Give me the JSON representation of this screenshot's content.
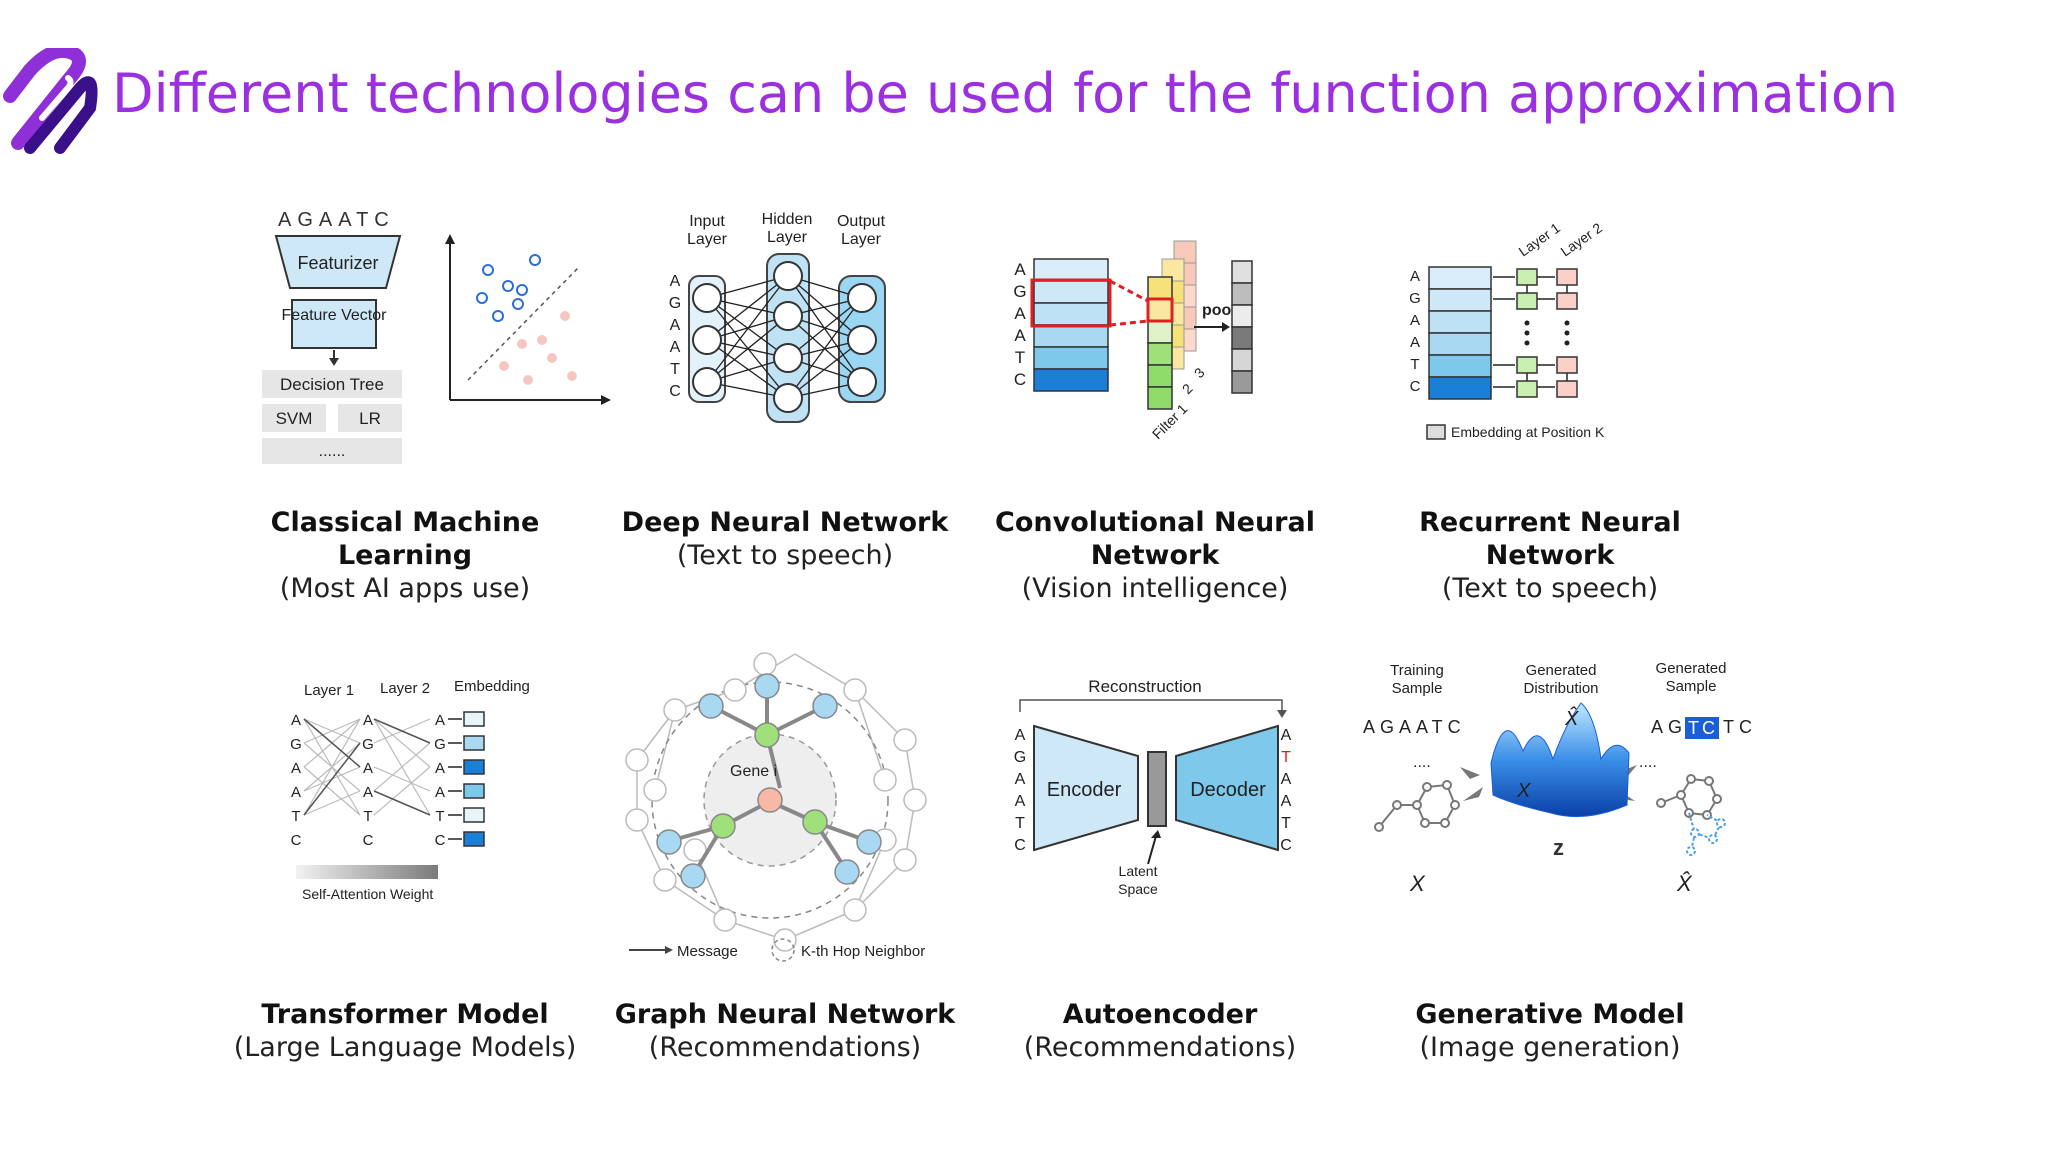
{
  "slide": {
    "title": "Different technologies can be used for the function approximation"
  },
  "colors": {
    "title": "#9b30e0",
    "light_blue": "#cfe8f7",
    "mid_blue": "#7ec8ec",
    "dark_blue": "#1a7fd6",
    "green": "#8fdc6a",
    "peach": "#f7b8a8",
    "yellow": "#f7e27a",
    "grey": "#dcdcdc"
  },
  "icons": [
    "logo-icon"
  ],
  "panels": [
    {
      "name": "Classical Machine Learning",
      "use": "(Most AI apps use)",
      "diagram": {
        "sequence": "AGAATC",
        "featurizer": "Featurizer",
        "feature_vector": "Feature Vector",
        "decision_tree": "Decision Tree",
        "svm": "SVM",
        "lr": "LR",
        "more": "......"
      }
    },
    {
      "name": "Deep Neural Network",
      "use": "(Text to speech)",
      "diagram": {
        "input_layer": "Input Layer",
        "hidden_layer": "Hidden Layer",
        "output_layer": "Output Layer",
        "letters": [
          "A",
          "G",
          "A",
          "A",
          "T",
          "C"
        ]
      }
    },
    {
      "name": "Convolutional Neural Network",
      "use": "(Vision intelligence)",
      "diagram": {
        "letters": [
          "A",
          "G",
          "A",
          "A",
          "T",
          "C"
        ],
        "pool": "pool",
        "filter_1": "Filter 1",
        "filter_2": "2",
        "filter_3": "3"
      }
    },
    {
      "name": "Recurrent Neural Network",
      "use": "(Text to speech)",
      "diagram": {
        "letters": [
          "A",
          "G",
          "A",
          "A",
          "T",
          "C"
        ],
        "layer_1": "Layer 1",
        "layer_2": "Layer 2",
        "legend": "Embedding at Position K"
      }
    },
    {
      "name": "Transformer Model",
      "use": "(Large Language Models)",
      "diagram": {
        "layer_1": "Layer 1",
        "layer_2": "Layer 2",
        "embedding": "Embedding",
        "letters": [
          "A",
          "G",
          "A",
          "A",
          "T",
          "C"
        ],
        "legend": "Self-Attention Weight"
      }
    },
    {
      "name": "Graph Neural Network",
      "use": "(Recommendations)",
      "diagram": {
        "center": "Gene i",
        "message": "Message",
        "hop": "K-th Hop Neighbor"
      }
    },
    {
      "name": "Autoencoder",
      "use": "(Recommendations)",
      "diagram": {
        "reconstruction": "Reconstruction",
        "encoder": "Encoder",
        "decoder": "Decoder",
        "latent": "Latent Space",
        "input_letters": [
          "A",
          "G",
          "A",
          "A",
          "T",
          "C"
        ],
        "output_letters": [
          "A",
          "T",
          "A",
          "A",
          "T",
          "C"
        ]
      }
    },
    {
      "name": "Generative Model",
      "use": "(Image generation)",
      "diagram": {
        "training_sample": "Training Sample",
        "generated_distribution": "Generated Distribution",
        "generated_sample": "Generated Sample",
        "seq_in": "AGAATC",
        "seq_out_1": "AG",
        "seq_out_hl": "TC",
        "seq_out_2": "TC",
        "dots": "....",
        "x": "X",
        "x_hat": "X̂",
        "z": "z"
      }
    }
  ]
}
